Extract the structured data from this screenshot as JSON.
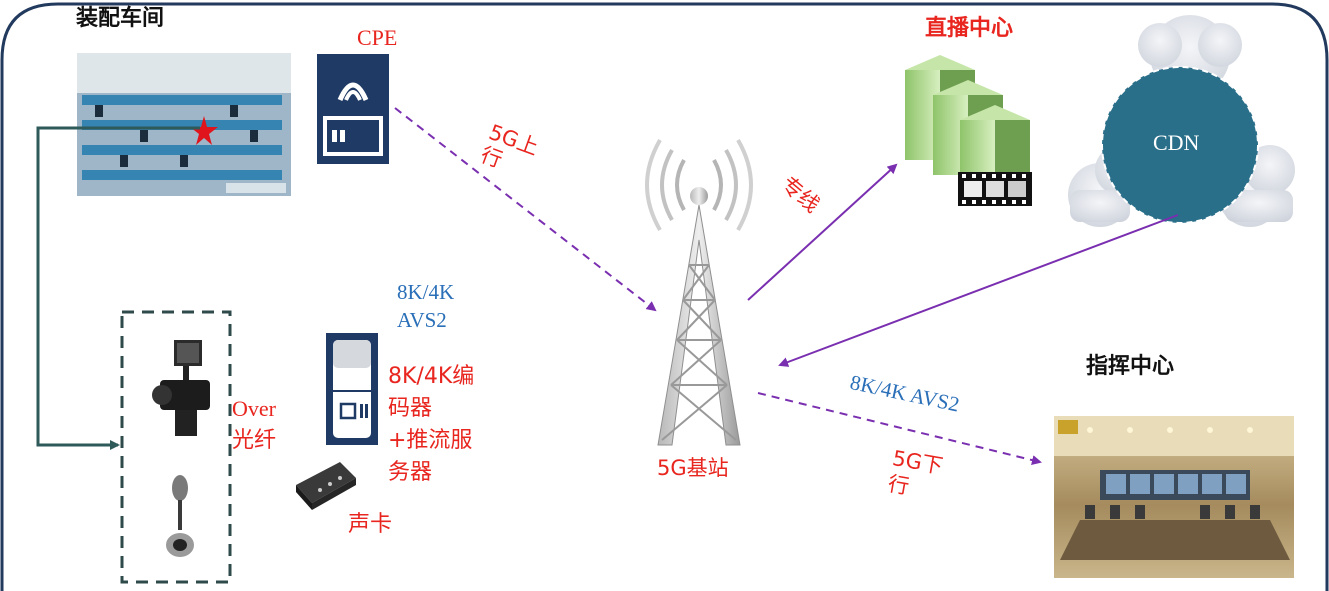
{
  "labels": {
    "workshop": "装配车间",
    "cpe": "CPE",
    "uplink": "5G上行",
    "dedicated_line": "专线",
    "live_center": "直播中心",
    "cdn": "CDN",
    "avs_left_line1": "8K/4K",
    "avs_left_line2": "AVS2",
    "encoder_line1": "8K/4K编",
    "encoder_line2": "码器",
    "encoder_line3": "+推流服",
    "encoder_line4": "务器",
    "over": "Over",
    "fiber": "光纤",
    "sound_card": "声卡",
    "base_station": "5G基站",
    "avs_right": "8K/4K AVS2",
    "downlink": "5G下行",
    "command_center": "指挥中心"
  },
  "colors": {
    "frame": "#223a5e",
    "arrow_purple": "#7a2fb0",
    "dashed_box": "#2e4a4a",
    "red_text": "#e8261f",
    "blue_text": "#2a6fb8",
    "navy_icon": "#1f3a64"
  }
}
